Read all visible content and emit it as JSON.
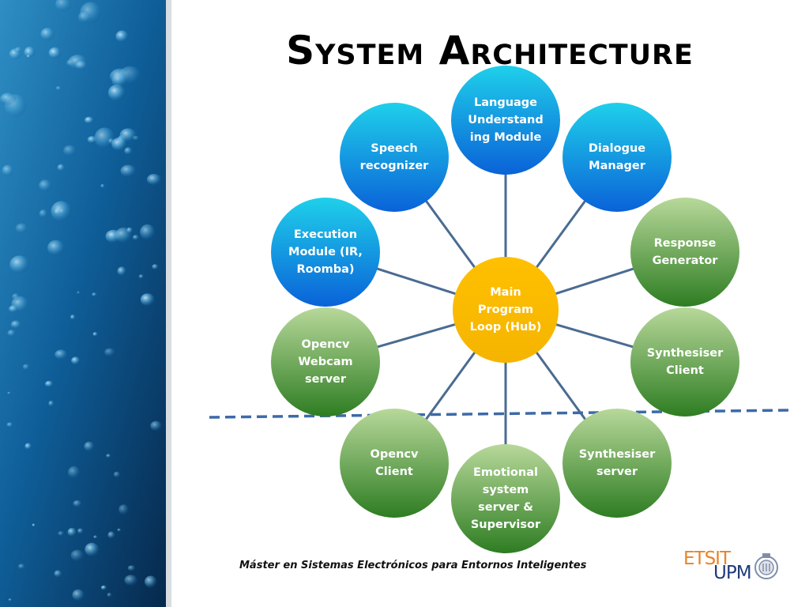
{
  "slide": {
    "title": "System Architecture",
    "footer": "Máster en Sistemas Electrónicos para Entornos Inteligentes",
    "logo": {
      "etsit": "ETSIT",
      "upm": "UPM"
    }
  },
  "diagram": {
    "hub": {
      "lines": [
        "Main",
        "Program",
        "Loop (Hub)"
      ],
      "color": "#ffc000"
    },
    "nodes": [
      {
        "id": "language-understanding-module",
        "lines": [
          "Language",
          "Understand",
          "ing Module"
        ],
        "color": "blue"
      },
      {
        "id": "dialogue-manager",
        "lines": [
          "Dialogue",
          "Manager"
        ],
        "color": "blue"
      },
      {
        "id": "response-generator",
        "lines": [
          "Response",
          "Generator"
        ],
        "color": "green"
      },
      {
        "id": "synthesiser-client",
        "lines": [
          "Synthesiser",
          "Client"
        ],
        "color": "green"
      },
      {
        "id": "synthesiser-server",
        "lines": [
          "Synthesiser",
          "server"
        ],
        "color": "green"
      },
      {
        "id": "emotional-system-server-supervisor",
        "lines": [
          "Emotional",
          "system",
          "server &",
          "Supervisor"
        ],
        "color": "green"
      },
      {
        "id": "opencv-client",
        "lines": [
          "Opencv",
          "Client"
        ],
        "color": "green"
      },
      {
        "id": "opencv-webcam-server",
        "lines": [
          "Opencv",
          "Webcam",
          "server"
        ],
        "color": "green"
      },
      {
        "id": "execution-module",
        "lines": [
          "Execution",
          "Module (IR,",
          "Roomba)"
        ],
        "color": "blue"
      },
      {
        "id": "speech-recognizer",
        "lines": [
          "Speech",
          "recognizer"
        ],
        "color": "blue"
      }
    ],
    "colors": {
      "blue_top": "#1fd0ea",
      "blue_bottom": "#0a62d8",
      "green_top": "#b4d494",
      "green_bottom": "#2e7d22",
      "connector": "#4a6b92",
      "dashed_line": "#3d6aa8"
    }
  }
}
